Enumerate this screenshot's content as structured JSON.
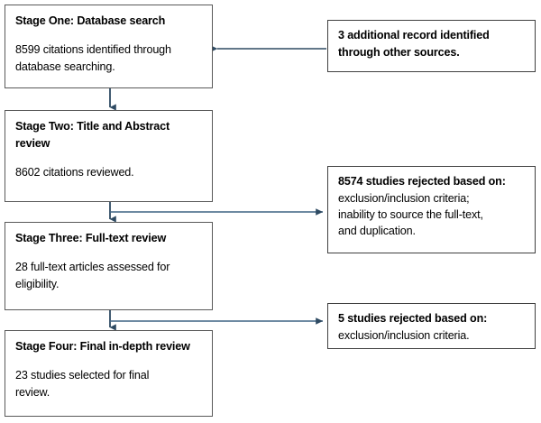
{
  "diagram": {
    "type": "prisma-study-selection-flowchart",
    "arrow_color": "#2E4A62",
    "border_color": "#595959",
    "text_color": "#000000",
    "stages": [
      {
        "id": "stage-one",
        "title": "Stage One: Database search",
        "lines": [
          "8599 citations identified through",
          "database searching."
        ]
      },
      {
        "id": "stage-two",
        "title_lines": [
          "Stage Two: Title and Abstract",
          "review"
        ],
        "lines": [
          "8602 citations reviewed."
        ]
      },
      {
        "id": "stage-three",
        "title": "Stage Three: Full-text review",
        "lines": [
          "28 full-text articles assessed for",
          "eligibility."
        ]
      },
      {
        "id": "stage-four",
        "title": "Stage Four: Final in-depth review",
        "lines": [
          "23 studies selected for final",
          "review."
        ]
      }
    ],
    "side_notes": [
      {
        "id": "additional-records",
        "title_lines": [
          "3 additional record identified",
          "through other sources."
        ],
        "lines": []
      },
      {
        "id": "rejected-title-abstract",
        "title": "8574 studies rejected based on:",
        "lines": [
          "exclusion/inclusion criteria;",
          "inability to source the full-text,",
          "and duplication."
        ]
      },
      {
        "id": "rejected-full-text",
        "title": "5 studies rejected based on:",
        "lines": [
          "exclusion/inclusion criteria."
        ]
      }
    ]
  }
}
